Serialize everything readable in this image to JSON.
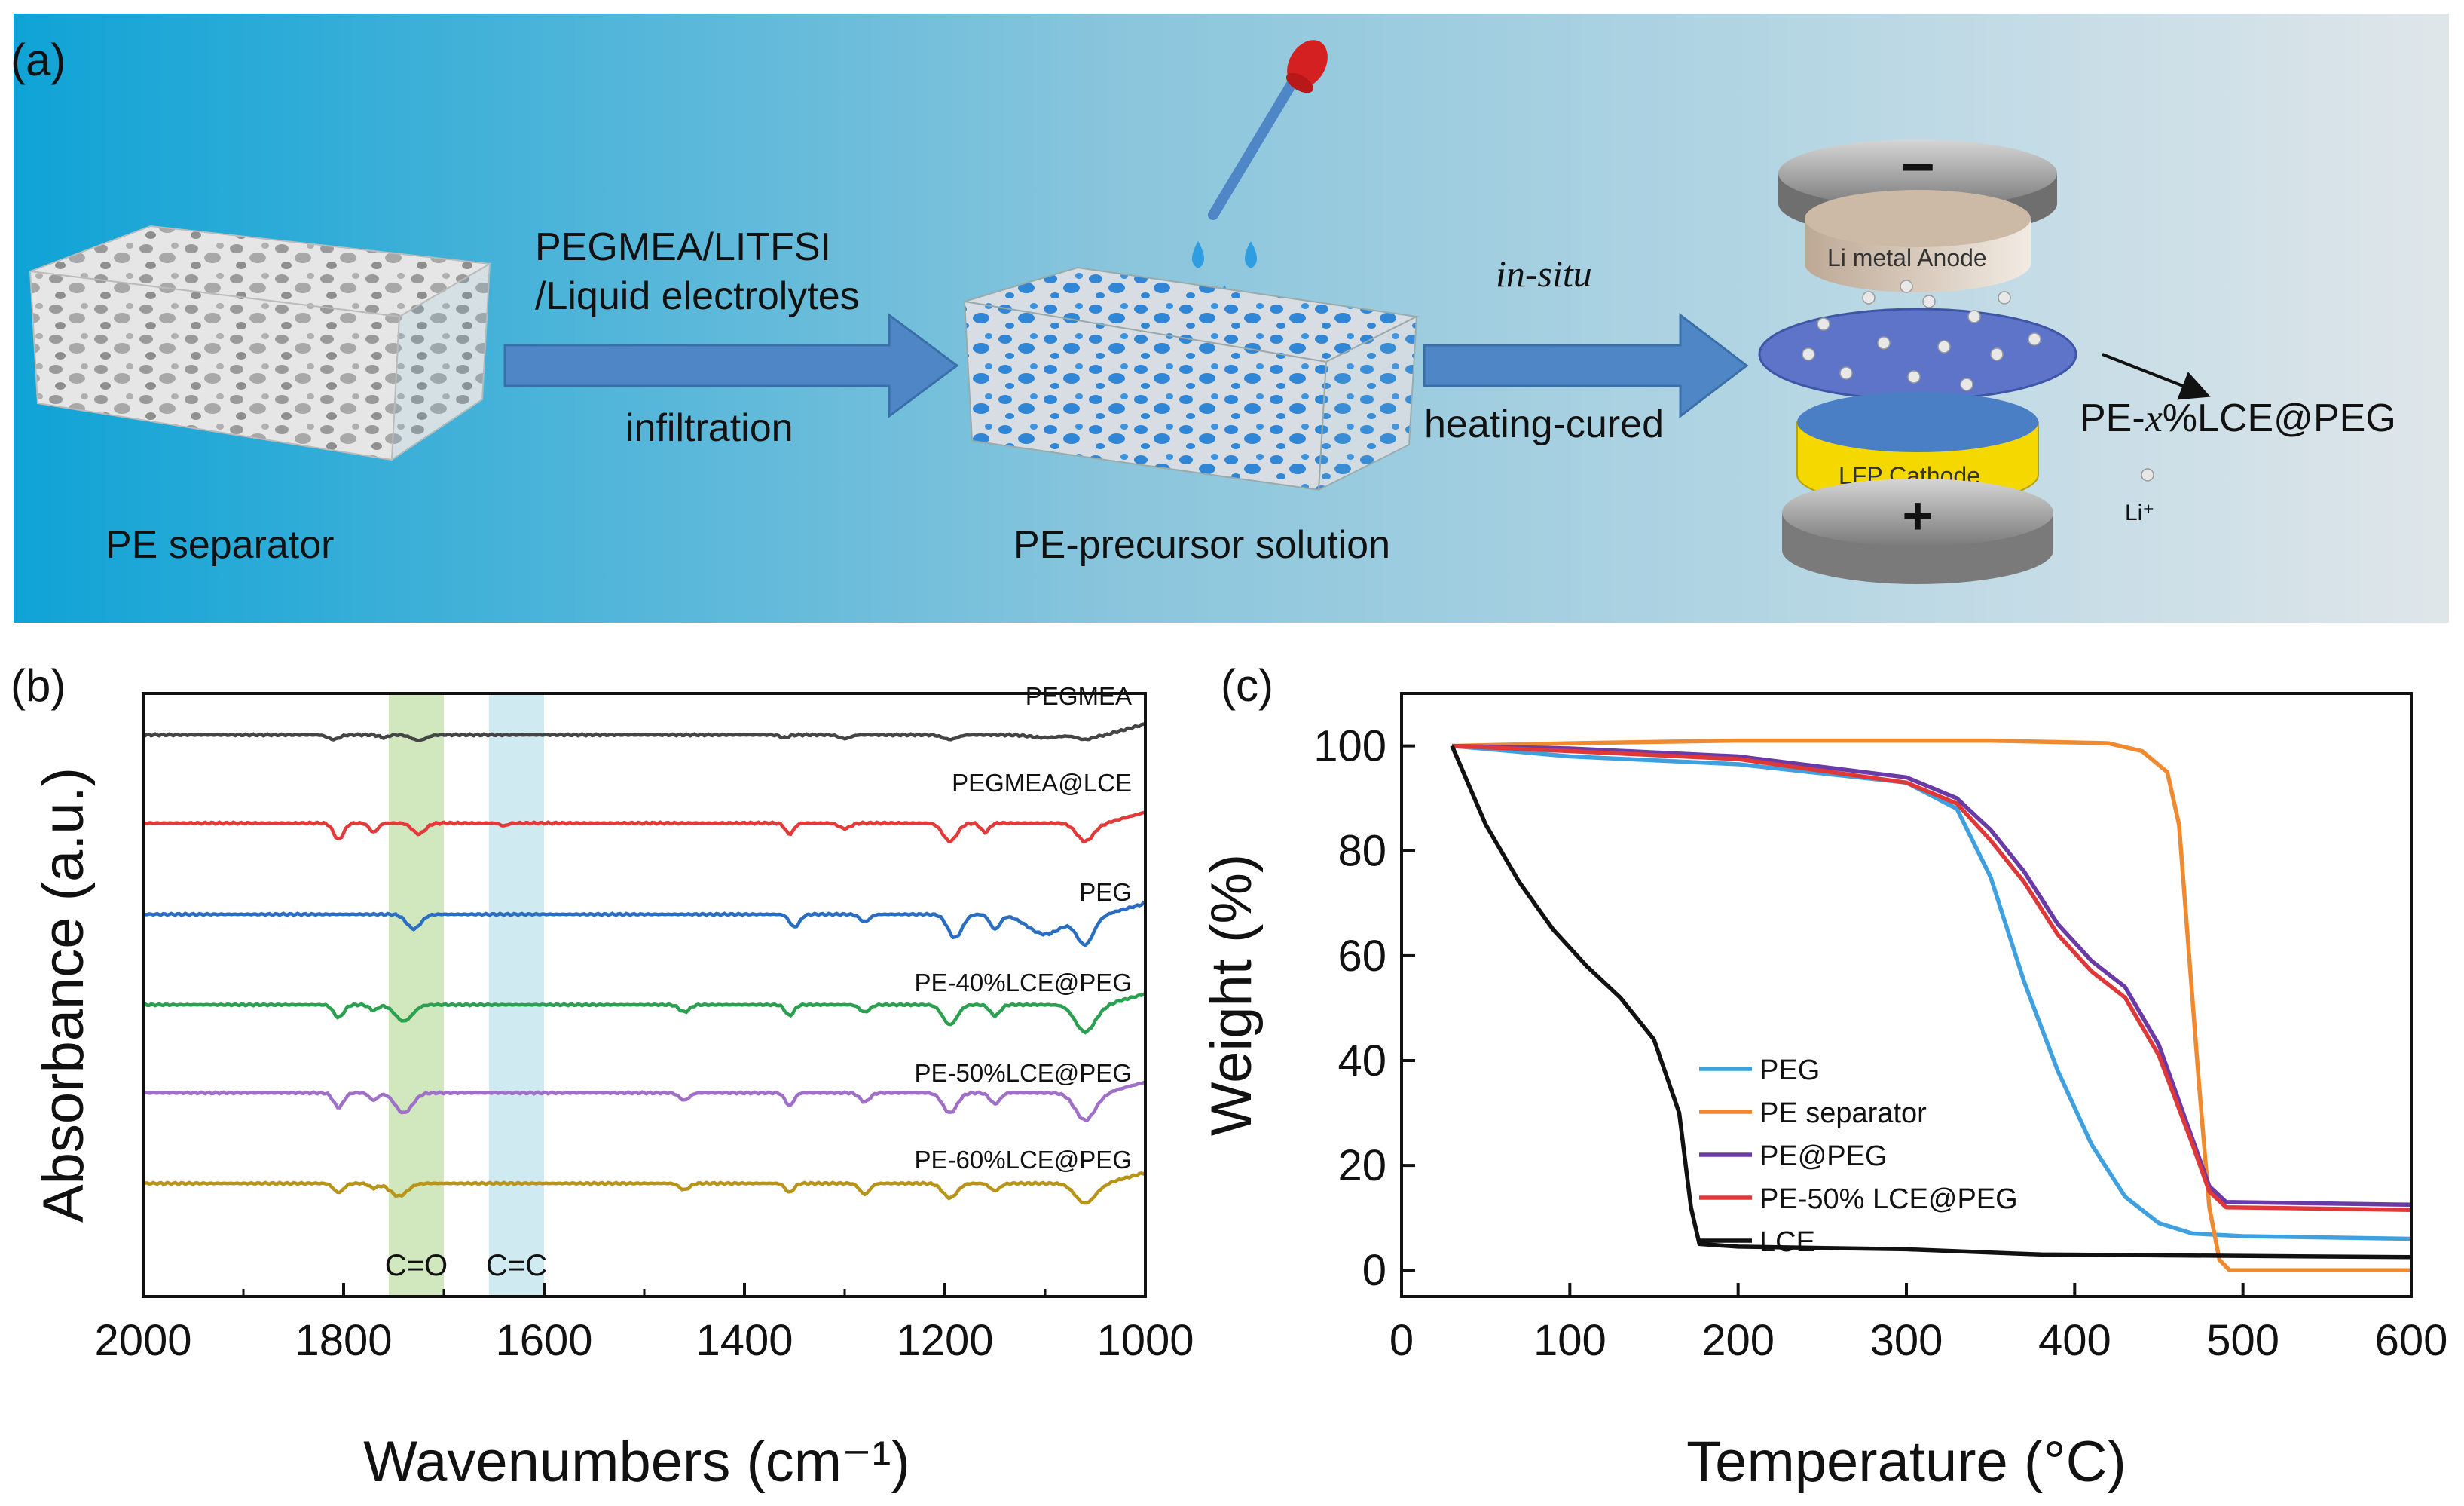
{
  "panel_a": {
    "label": "(a)",
    "pe_separator": "PE separator",
    "step1_line1": "PEGMEA/LITFSI",
    "step1_line2": "/Liquid electrolytes",
    "step1_sub": "infiltration",
    "precursor": "PE-precursor solution",
    "step2_top": "in-situ",
    "step2_sub": "heating-cured",
    "cell_minus": "−",
    "cell_plus": "+",
    "anode": "Li metal Anode",
    "cathode": "LFP Cathode",
    "product_prefix": "PE-",
    "product_x": "x",
    "product_suffix": "%LCE@PEG",
    "li_ion": "Li⁺",
    "colors": {
      "bg_left": "#0fa3d6",
      "bg_right": "#dfe6ea",
      "arrow": "#4f86c6",
      "dots": "#2f86d6",
      "cathode": "#f5d800"
    }
  },
  "chart_data": [
    {
      "panel": "(b)",
      "type": "line",
      "xlabel": "Wavenumbers (cm⁻¹)",
      "ylabel": "Absorbance (a.u.)",
      "xlim": [
        2000,
        1000
      ],
      "x_reversed": true,
      "x_ticks": [
        2000,
        1800,
        1600,
        1400,
        1200,
        1000
      ],
      "y_ticks_shown": false,
      "bands": [
        {
          "label": "C=O",
          "range": [
            1755,
            1700
          ],
          "color": "#c9e4b4"
        },
        {
          "label": "C=C",
          "range": [
            1655,
            1600
          ],
          "color": "#c8e6ee"
        }
      ],
      "series": [
        {
          "name": "PEGMEA",
          "color": "#444444",
          "baseline": 5,
          "dips": [
            [
              1810,
              0.05,
              8
            ],
            [
              1760,
              0.03,
              6
            ],
            [
              1725,
              0.06,
              10
            ],
            [
              1360,
              0.03,
              6
            ],
            [
              1300,
              0.04,
              8
            ],
            [
              1195,
              0.05,
              10
            ],
            [
              1100,
              0.03,
              20
            ],
            [
              1060,
              0.05,
              12
            ]
          ]
        },
        {
          "name": "PEGMEA@LCE",
          "color": "#e23a3a",
          "baseline": 4,
          "dips": [
            [
              1805,
              0.18,
              7
            ],
            [
              1770,
              0.1,
              6
            ],
            [
              1725,
              0.12,
              9
            ],
            [
              1640,
              0.03,
              5
            ],
            [
              1355,
              0.12,
              6
            ],
            [
              1300,
              0.06,
              8
            ],
            [
              1195,
              0.2,
              10
            ],
            [
              1160,
              0.1,
              6
            ],
            [
              1060,
              0.2,
              12
            ]
          ]
        },
        {
          "name": "PEG",
          "color": "#2a6ec4",
          "baseline": 3,
          "dips": [
            [
              1730,
              0.16,
              10
            ],
            [
              1350,
              0.14,
              7
            ],
            [
              1280,
              0.08,
              7
            ],
            [
              1190,
              0.26,
              10
            ],
            [
              1150,
              0.16,
              7
            ],
            [
              1100,
              0.22,
              25
            ],
            [
              1060,
              0.32,
              12
            ]
          ]
        },
        {
          "name": "PE-40%LCE@PEG",
          "color": "#2aa050",
          "baseline": 2,
          "dips": [
            [
              1805,
              0.14,
              7
            ],
            [
              1770,
              0.06,
              6
            ],
            [
              1740,
              0.18,
              12
            ],
            [
              1460,
              0.08,
              7
            ],
            [
              1355,
              0.12,
              6
            ],
            [
              1280,
              0.08,
              7
            ],
            [
              1195,
              0.22,
              10
            ],
            [
              1150,
              0.12,
              7
            ],
            [
              1060,
              0.3,
              14
            ]
          ]
        },
        {
          "name": "PE-50%LCE@PEG",
          "color": "#a070c8",
          "baseline": 1,
          "dips": [
            [
              1805,
              0.16,
              7
            ],
            [
              1770,
              0.08,
              6
            ],
            [
              1740,
              0.22,
              12
            ],
            [
              1460,
              0.08,
              7
            ],
            [
              1355,
              0.14,
              6
            ],
            [
              1280,
              0.1,
              7
            ],
            [
              1195,
              0.22,
              10
            ],
            [
              1150,
              0.12,
              7
            ],
            [
              1060,
              0.3,
              14
            ]
          ]
        },
        {
          "name": "PE-60%LCE@PEG",
          "color": "#b8951a",
          "baseline": 0,
          "dips": [
            [
              1805,
              0.1,
              7
            ],
            [
              1770,
              0.05,
              6
            ],
            [
              1745,
              0.14,
              12
            ],
            [
              1460,
              0.07,
              7
            ],
            [
              1355,
              0.1,
              6
            ],
            [
              1280,
              0.12,
              7
            ],
            [
              1195,
              0.16,
              10
            ],
            [
              1150,
              0.08,
              7
            ],
            [
              1060,
              0.22,
              14
            ]
          ]
        }
      ]
    },
    {
      "panel": "(c)",
      "type": "line",
      "xlabel": "Temperature (°C)",
      "ylabel": "Weight (%)",
      "xlim": [
        0,
        600
      ],
      "ylim": [
        -5,
        110
      ],
      "x_ticks": [
        0,
        100,
        200,
        300,
        400,
        500,
        600
      ],
      "y_ticks": [
        0,
        20,
        40,
        60,
        80,
        100
      ],
      "legend_position": "center",
      "series": [
        {
          "name": "PEG",
          "color": "#3fa0e0",
          "points": [
            [
              30,
              100
            ],
            [
              100,
              98
            ],
            [
              200,
              96.5
            ],
            [
              300,
              93
            ],
            [
              330,
              88
            ],
            [
              350,
              75
            ],
            [
              370,
              55
            ],
            [
              390,
              38
            ],
            [
              410,
              24
            ],
            [
              430,
              14
            ],
            [
              450,
              9
            ],
            [
              470,
              7
            ],
            [
              500,
              6.5
            ],
            [
              600,
              6
            ]
          ]
        },
        {
          "name": "PE separator",
          "color": "#f08a30",
          "points": [
            [
              30,
              100
            ],
            [
              100,
              100.5
            ],
            [
              200,
              101
            ],
            [
              350,
              101
            ],
            [
              420,
              100.5
            ],
            [
              440,
              99
            ],
            [
              455,
              95
            ],
            [
              462,
              85
            ],
            [
              468,
              60
            ],
            [
              474,
              35
            ],
            [
              480,
              12
            ],
            [
              486,
              2
            ],
            [
              492,
              0
            ],
            [
              600,
              0
            ]
          ]
        },
        {
          "name": "PE@PEG",
          "color": "#6a3aa6",
          "points": [
            [
              30,
              100
            ],
            [
              100,
              99.5
            ],
            [
              200,
              98
            ],
            [
              300,
              94
            ],
            [
              330,
              90
            ],
            [
              350,
              84
            ],
            [
              370,
              76
            ],
            [
              390,
              66
            ],
            [
              410,
              59
            ],
            [
              430,
              54
            ],
            [
              450,
              43
            ],
            [
              470,
              25
            ],
            [
              480,
              16
            ],
            [
              490,
              13
            ],
            [
              600,
              12.5
            ]
          ]
        },
        {
          "name": "PE-50% LCE@PEG",
          "color": "#e03838",
          "points": [
            [
              30,
              100
            ],
            [
              100,
              99
            ],
            [
              200,
              97.5
            ],
            [
              300,
              93
            ],
            [
              330,
              89
            ],
            [
              350,
              82
            ],
            [
              370,
              74
            ],
            [
              390,
              64
            ],
            [
              410,
              57
            ],
            [
              430,
              52
            ],
            [
              450,
              41
            ],
            [
              470,
              24
            ],
            [
              480,
              15
            ],
            [
              490,
              12
            ],
            [
              600,
              11.5
            ]
          ]
        },
        {
          "name": "LCE",
          "color": "#111111",
          "points": [
            [
              30,
              100
            ],
            [
              50,
              85
            ],
            [
              70,
              74
            ],
            [
              90,
              65
            ],
            [
              110,
              58
            ],
            [
              130,
              52
            ],
            [
              150,
              44
            ],
            [
              165,
              30
            ],
            [
              172,
              12
            ],
            [
              177,
              5
            ],
            [
              200,
              4.5
            ],
            [
              300,
              4
            ],
            [
              380,
              3
            ],
            [
              600,
              2.5
            ]
          ]
        }
      ]
    }
  ]
}
